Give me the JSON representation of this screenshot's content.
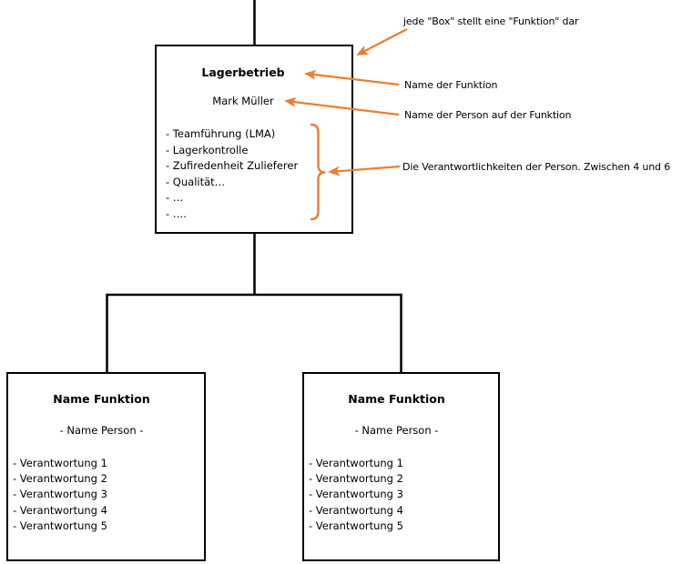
{
  "diagram": {
    "boxes": {
      "top": {
        "title": "Lagerbetrieb",
        "person": "Mark Müller",
        "responsibilities": [
          "- Teamführung (LMA)",
          "- Lagerkontrolle",
          "- Zufiredenheit Zulieferer",
          "- Qualität…",
          "- …",
          "- …."
        ]
      },
      "left": {
        "title": "Name Funktion",
        "person": "- Name Person -",
        "responsibilities": [
          "- Verantwortung 1",
          "- Verantwortung 2",
          "- Verantwortung 3",
          "- Verantwortung 4",
          "- Verantwortung 5"
        ]
      },
      "right": {
        "title": "Name Funktion",
        "person": "- Name Person -",
        "responsibilities": [
          "- Verantwortung 1",
          "- Verantwortung 2",
          "- Verantwortung 3",
          "- Verantwortung 4",
          "- Verantwortung 5"
        ]
      }
    },
    "annotations": {
      "box_meaning": "jede \"Box\" stellt eine \"Funktion\" dar",
      "function_name": "Name der Funktion",
      "person_name": "Name der Person auf der Funktion",
      "responsibilities_note": "Die Verantwortlichkeiten der Person. Zwischen 4 und 6"
    },
    "colors": {
      "line": "#000000",
      "annotation": "#ED7D31",
      "background": "#FFFFFF"
    }
  }
}
